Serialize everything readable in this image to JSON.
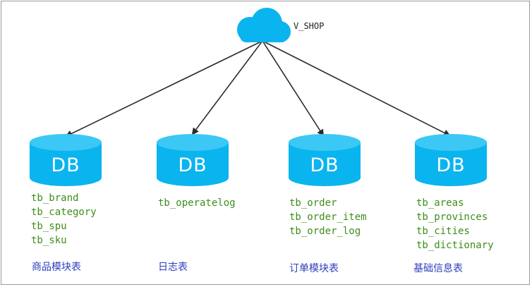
{
  "root": {
    "label": "V_SHOP",
    "icon": "cloud-icon"
  },
  "databases": [
    {
      "id": "product",
      "db_label": "DB",
      "icon": "database-icon",
      "tables": [
        "tb_brand",
        "tb_category",
        "tb_spu",
        "tb_sku"
      ],
      "group_label": "商品模块表"
    },
    {
      "id": "log",
      "db_label": "DB",
      "icon": "database-icon",
      "tables": [
        "tb_operatelog"
      ],
      "group_label": "日志表"
    },
    {
      "id": "order",
      "db_label": "DB",
      "icon": "database-icon",
      "tables": [
        "tb_order",
        "tb_order_item",
        "tb_order_log"
      ],
      "group_label": "订单模块表"
    },
    {
      "id": "basic",
      "db_label": "DB",
      "icon": "database-icon",
      "tables": [
        "tb_areas",
        "tb_provinces",
        "tb_cities",
        "tb_dictionary"
      ],
      "group_label": "基础信息表"
    }
  ],
  "colors": {
    "cloud": "#0ab4ef",
    "db": "#0ab4ef",
    "db_top": "#3cc8f4",
    "arrow": "#2b2b2b",
    "table_text": "#3e8e1a",
    "group_text": "#2d3dbd"
  }
}
